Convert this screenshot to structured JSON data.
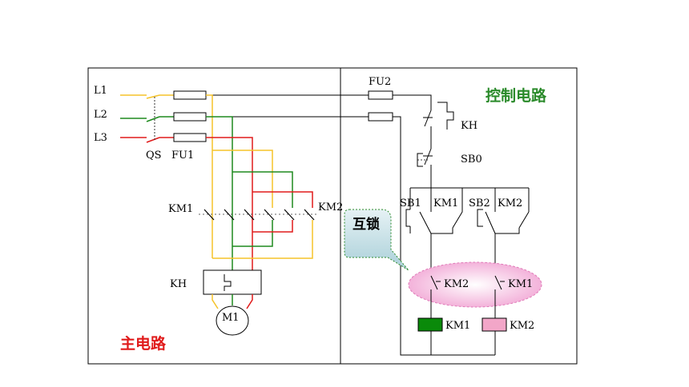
{
  "labels": {
    "l1": "L1",
    "l2": "L2",
    "l3": "L3",
    "qs": "QS",
    "fu1": "FU1",
    "km1_main": "KM1",
    "km2_main": "KM2",
    "kh_main": "KH",
    "m1": "M1",
    "fu2": "FU2",
    "kh_ctrl": "KH",
    "sb0": "SB0",
    "sb1": "SB1",
    "km1_hold": "KM1",
    "sb2": "SB2",
    "km2_hold": "KM2",
    "km2_interlock": "KM2",
    "km1_interlock": "KM1",
    "km1_coil": "KM1",
    "km2_coil": "KM2"
  },
  "titles": {
    "control_circuit": "控制电路",
    "main_circuit": "主电路",
    "interlock": "互锁"
  },
  "colors": {
    "phase_l1": "#f5c32a",
    "phase_l2": "#1e8a1e",
    "phase_l3": "#e01b1b",
    "control_title": "#2a8a2a",
    "main_title": "#e01b1b",
    "coil_km1": "#0a8a0a",
    "coil_km2": "#f2a6c8",
    "interlock_ellipse": "#f7c6e4",
    "callout_fill": "#c6e0e6"
  }
}
